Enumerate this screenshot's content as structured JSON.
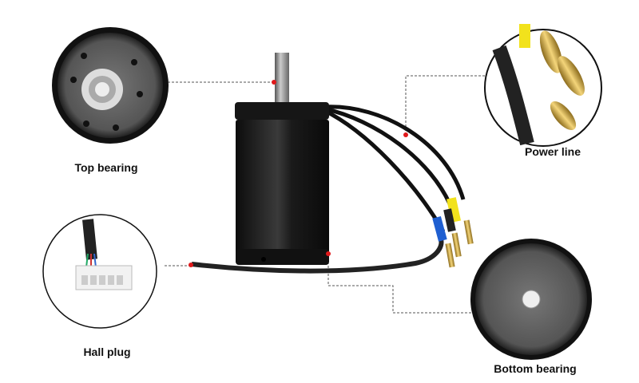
{
  "callouts": {
    "top_bearing": "Top bearing",
    "power_line": "Power line",
    "hall_plug": "Hall plug",
    "bottom_bearing": "Bottom bearing"
  },
  "colors": {
    "marker": "#e0191b",
    "leader": "#555555",
    "motor": "#1a1a1a",
    "blue_sleeve": "#1f5fd1",
    "yellow_sleeve": "#f2e21c",
    "connector_gold": "#c9a23a"
  }
}
